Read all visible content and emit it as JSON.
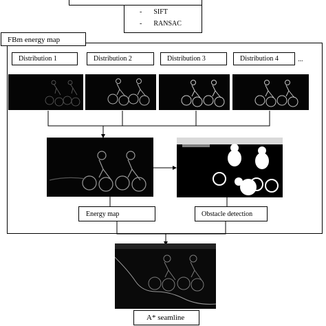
{
  "top_box": {
    "bullets": [
      {
        "marker": "-",
        "text": "SIFT"
      },
      {
        "marker": "-",
        "text": "RANSAC"
      }
    ]
  },
  "fbm_panel": {
    "title": "FBm energy map",
    "distributions": [
      {
        "label": "Distribution 1"
      },
      {
        "label": "Distribution 2"
      },
      {
        "label": "Distribution 3"
      },
      {
        "label": "Distribution 4"
      }
    ],
    "more": "...",
    "energy_map_label": "Energy map",
    "obstacle_label": "Obstacle detection"
  },
  "result": {
    "label": "A* seamline"
  }
}
